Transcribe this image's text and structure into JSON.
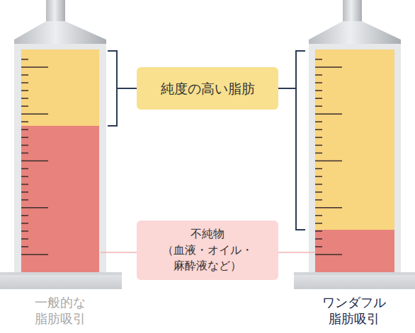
{
  "diagram": {
    "nodes": [
      {
        "text": [
          "純度の高い脂肪"
        ]
      },
      {
        "text": [
          "不純物",
          "（血液・オイル・ 麻酔液など）"
        ]
      }
    ],
    "labels": [
      "一般的な 脂肪吸引",
      "ワンダフル 脂肪吸引"
    ]
  }
}
